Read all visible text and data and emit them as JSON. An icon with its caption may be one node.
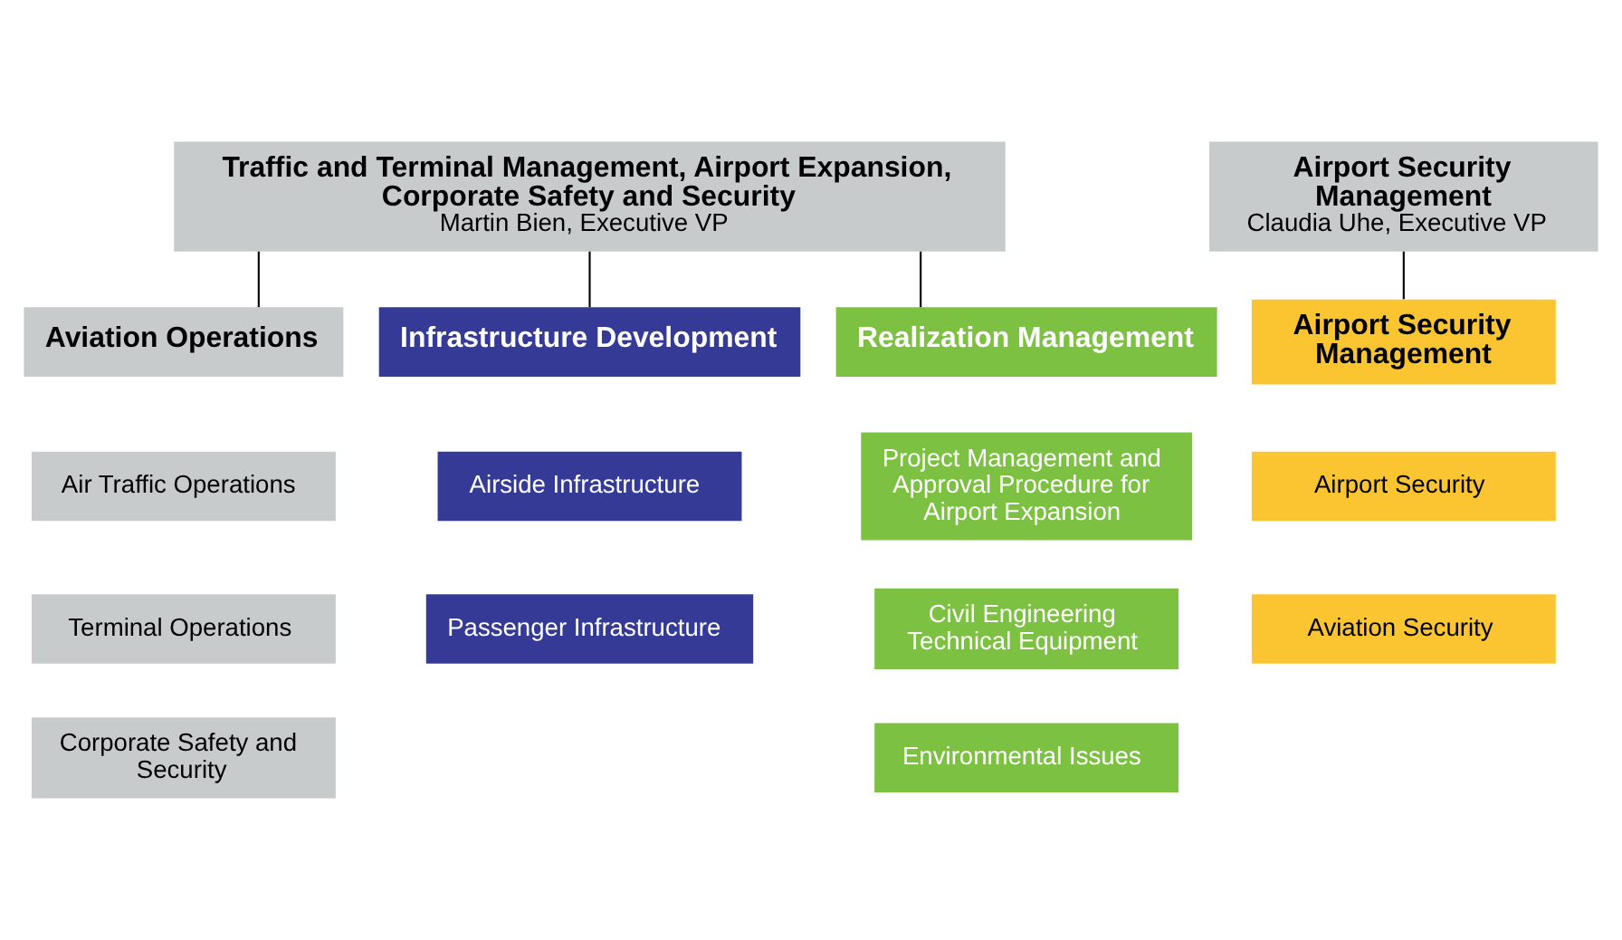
{
  "diagram": {
    "nodes": [
      {
        "text": [
          "Traffic and Terminal Management, Airport Expansion, Corporate Safety and Security",
          "Martin Bien, Executive VP"
        ]
      },
      {
        "text": [
          "Airport Security Management",
          "Claudia Uhe, Executive VP"
        ]
      },
      {
        "text": [
          "Aviation Operations"
        ]
      },
      {
        "text": [
          "Infrastructure Development"
        ]
      },
      {
        "text": [
          "Realization Management"
        ]
      },
      {
        "text": [
          "Airport Security Management"
        ]
      },
      {
        "text": [
          "Air Traffic Operations"
        ]
      },
      {
        "text": [
          "Terminal Operations"
        ]
      },
      {
        "text": [
          "Corporate Safety and Security"
        ]
      },
      {
        "text": [
          "Airside Infrastructure"
        ]
      },
      {
        "text": [
          "Passenger Infrastructure"
        ]
      },
      {
        "text": [
          "Project Management and Approval Procedure for Airport Expansion"
        ]
      },
      {
        "text": [
          "Civil Engineering Technical Equipment"
        ]
      },
      {
        "text": [
          "Environmental Issues"
        ]
      },
      {
        "text": [
          "Airport Security"
        ]
      },
      {
        "text": [
          "Aviation Security"
        ]
      }
    ],
    "edges": [
      {
        "from": 0,
        "to": 2,
        "arrow": "none"
      },
      {
        "from": 0,
        "to": 3,
        "arrow": "none"
      },
      {
        "from": 0,
        "to": 4,
        "arrow": "none"
      },
      {
        "from": 1,
        "to": 5,
        "arrow": "none"
      }
    ]
  }
}
